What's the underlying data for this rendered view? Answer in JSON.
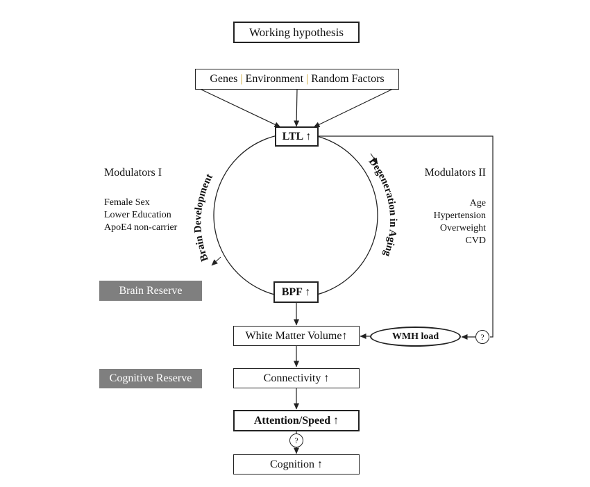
{
  "title": "Working hypothesis",
  "factors": [
    "Genes",
    "Environment",
    "Random Factors"
  ],
  "factor_separator": "|",
  "ltl": "LTL ↑",
  "bpf": "BPF ↑",
  "arc_left": "Brain Development",
  "arc_right": "Degeneration in Aging",
  "modulators_1": {
    "heading": "Modulators I",
    "items": [
      "Female Sex",
      "Lower Education",
      "ApoE4 non-carrier"
    ]
  },
  "modulators_2": {
    "heading": "Modulators II",
    "items": [
      "Age",
      "Hypertension",
      "Overweight",
      "CVD"
    ]
  },
  "brain_reserve": "Brain Reserve",
  "cognitive_reserve": "Cognitive Reserve",
  "white_matter": "White Matter Volume↑",
  "wmh_load": "WMH load",
  "connectivity": "Connectivity ↑",
  "attention_speed": "Attention/Speed ↑",
  "cognition": "Cognition ↑",
  "question_mark": "?",
  "colors": {
    "reserve_fill": "#7f7f7f",
    "line": "#222222",
    "factor_separator": "#c9a227"
  }
}
